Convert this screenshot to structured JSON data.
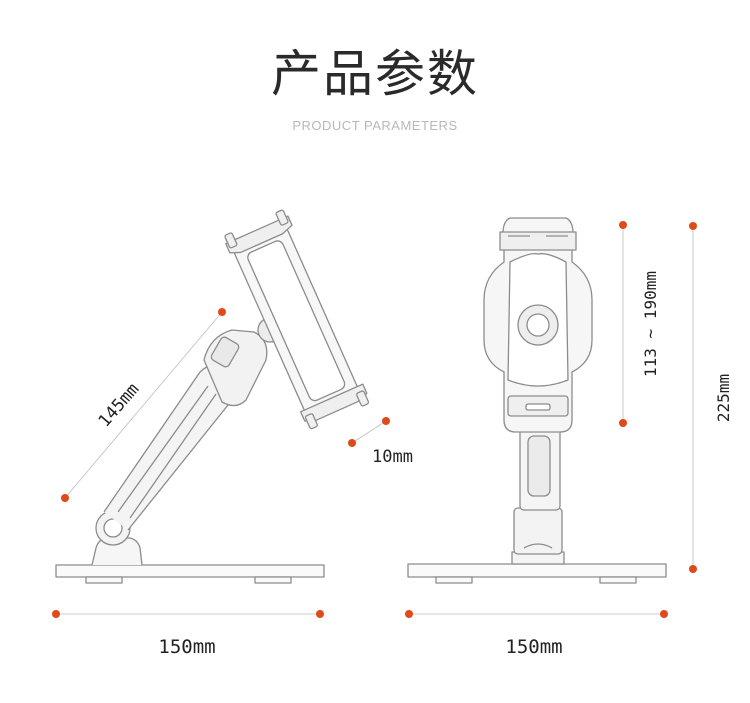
{
  "header": {
    "title": "产品参数",
    "subtitle": "PRODUCT PARAMETERS"
  },
  "dimensions": {
    "arm_length": "145mm",
    "clamp_depth": "10mm",
    "side_base_width": "150mm",
    "front_base_width": "150mm",
    "clamp_range": "113 ~ 190mm",
    "total_height": "225mm"
  },
  "colors": {
    "accent": "#e04a1a",
    "line": "#9a9a9a"
  }
}
